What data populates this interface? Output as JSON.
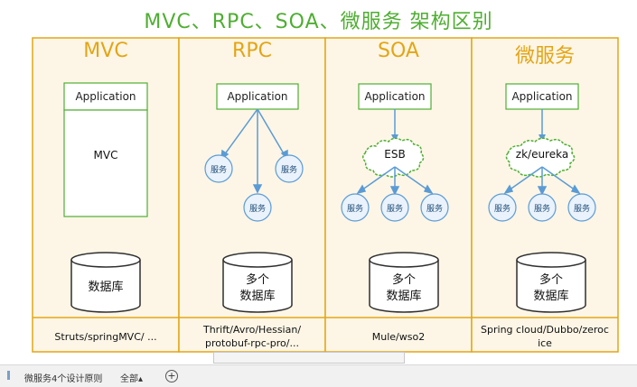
{
  "title": "MVC、RPC、SOA、微服务 架构区别",
  "colors": {
    "title_green": "#4fae32",
    "column_gold": "#e3a516",
    "column_fill": "#fdf6e6",
    "app_border": "#4fae32",
    "service_blue": "#2f75b5",
    "db_border": "#2f2f2f",
    "cloud_fill": "#ffffff"
  },
  "columns": [
    {
      "heading": "MVC",
      "app": "Application",
      "middle": "MVC",
      "database": [
        "数据库"
      ],
      "frameworks": [
        "Struts/springMVC/ ..."
      ]
    },
    {
      "heading": "RPC",
      "app": "Application",
      "services": [
        "服务",
        "服务",
        "服务"
      ],
      "database": [
        "多个",
        "数据库"
      ],
      "frameworks": [
        "Thrift/Avro/Hessian/",
        "protobuf-rpc-pro/..."
      ]
    },
    {
      "heading": "SOA",
      "app": "Application",
      "bus": "ESB",
      "services": [
        "服务",
        "服务",
        "服务"
      ],
      "database": [
        "多个",
        "数据库"
      ],
      "frameworks": [
        "Mule/wso2"
      ]
    },
    {
      "heading": "微服务",
      "app": "Application",
      "bus": "zk/eureka",
      "services": [
        "服务",
        "服务",
        "服务"
      ],
      "database": [
        "多个",
        "数据库"
      ],
      "frameworks": [
        "Spring cloud/Dubbo/zeroc",
        "ice"
      ]
    }
  ],
  "bottom_bar": {
    "sheet_tab": "微服务4个设计原则",
    "all_tab": "全部▴",
    "add_icon": "plus-circle-icon"
  }
}
